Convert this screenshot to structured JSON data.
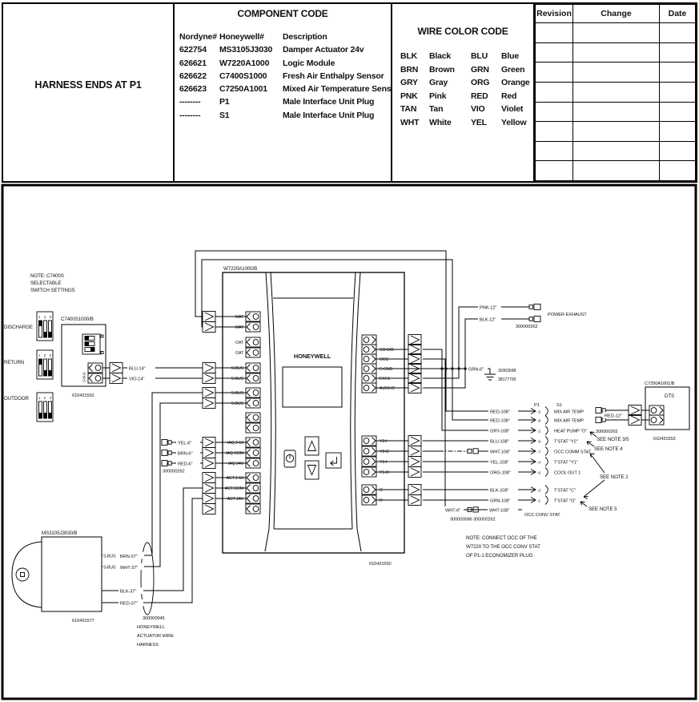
{
  "title_block": {
    "harness_label": "HARNESS ENDS AT P1",
    "component_code": {
      "title": "COMPONENT CODE",
      "headers": [
        "Nordyne#",
        "Honeywell#",
        "Description"
      ],
      "rows": [
        [
          "622754",
          "MS3105J3030",
          "Damper Actuator 24v"
        ],
        [
          "626621",
          "W7220A1000",
          "Logic Module"
        ],
        [
          "626622",
          "C7400S1000",
          "Fresh Air Enthalpy Sensor"
        ],
        [
          "626623",
          "C7250A1001",
          "Mixed Air Temperature Sensor"
        ],
        [
          "--------",
          "P1",
          "Male Interface Unit Plug"
        ],
        [
          "--------",
          "S1",
          "Male Interface Unit Plug"
        ]
      ]
    },
    "wire_color_code": {
      "title": "WIRE COLOR CODE",
      "rows": [
        [
          "BLK",
          "Black",
          "BLU",
          "Blue"
        ],
        [
          "BRN",
          "Brown",
          "GRN",
          "Green"
        ],
        [
          "GRY",
          "Gray",
          "ORG",
          "Orange"
        ],
        [
          "PNK",
          "Pink",
          "RED",
          "Red"
        ],
        [
          "TAN",
          "Tan",
          "VIO",
          "Violet"
        ],
        [
          "WHT",
          "White",
          "YEL",
          "Yellow"
        ]
      ]
    },
    "revision_table": {
      "headers": [
        "Revision",
        "Change",
        "Date"
      ]
    }
  },
  "diagram": {
    "sensor_note": [
      "NOTE: C7400S",
      "SELECTABLE",
      "SWITCH SETTINGS"
    ],
    "dip_legend": {
      "scale": "1 2 3",
      "labels": [
        "DISCHARGE",
        "RETURN",
        "OUTDOOR"
      ]
    },
    "sensor": {
      "label": "C7400S1000/B",
      "part": "610431552",
      "sbus": "S-BUS"
    },
    "sensor_wires": {
      "blu": "BLU-14\"",
      "vio": "VIO-14\""
    },
    "module": {
      "label": "W7220A1000/B",
      "brand": "HONEYWELL",
      "part": "610431550",
      "left": [
        "MAT",
        "MAT",
        "OAT",
        "OAT",
        "S-BUS",
        "S-BUS",
        "S-BUS",
        "S-BUS",
        "IAQ 2-10",
        "IAQ COM",
        "IAQ 24V",
        "ACT 2-10",
        "ACT COM",
        "ACT 24V"
      ],
      "right_a": [
        "SO-O/B",
        "OCC",
        "E-GND",
        "EXH1",
        "AUX1-O"
      ],
      "right_b": [
        "Y2-I",
        "Y2-O",
        "Y1-I",
        "Y1-O"
      ],
      "right_c": [
        "C",
        "R"
      ]
    },
    "iaq": {
      "yel": "YEL-6\"",
      "brn": "BRN-6\"",
      "red": "RED-6\"",
      "part": "300000262"
    },
    "power_exhaust": {
      "pnk": "PNK-12\"",
      "blk": "BLK-12\"",
      "label": "POWER EXHAUST",
      "part": "300000262"
    },
    "ground": {
      "wire": "GRN-6\"",
      "num1": "30303598",
      "num2": "38177700"
    },
    "plug": {
      "p1": "P1",
      "s1": "S1"
    },
    "bundle": [
      {
        "wire": "RED-108\"",
        "pin": "-5",
        "desc": "MIX AIR TEMP"
      },
      {
        "wire": "RED-108\"",
        "pin": "-8",
        "desc": "MIX AIR TEMP"
      },
      {
        "wire": "GRY-108\"",
        "pin": "-2",
        "desc": "HEAT PUMP \"O\""
      },
      {
        "wire": "BLU-108\"",
        "pin": "-9",
        "desc": "T'STAT \"Y2\""
      },
      {
        "wire": "WHT-108\"",
        "pin": "-7",
        "desc": "OCC COMM STAT"
      },
      {
        "wire": "YEL-108\"",
        "pin": "-4",
        "desc": "T'STAT \"Y1\""
      },
      {
        "wire": "ORG-108\"",
        "pin": "-6",
        "desc": "COOL OUT 1"
      },
      {
        "wire": "BLK-108\"",
        "pin": "-3",
        "desc": "T'STAT \"C\""
      },
      {
        "wire": "GRN-108\"",
        "pin": "-1",
        "desc": "T'STAT \"G\""
      }
    ],
    "occ_pigtail": {
      "wht6": "WHT-6\"",
      "wht108": "WHT-108\"",
      "label": "OCC CONV STAT",
      "parts": "300000586 300000262"
    },
    "notes": {
      "n35": "SEE NOTE 3/5",
      "n4": "SEE NOTE 4",
      "n2": "SEE NOTE 2",
      "n5": "SEE NOTE 5",
      "occ": [
        "NOTE: CONNECT OCC OF THE",
        "W7220 TO THE OCC CONV STAT",
        "OF P1-1 ECONOMIZER PLUG"
      ]
    },
    "dts": {
      "label": "C7250A1001/B",
      "name": "DTS",
      "part": "610431553",
      "wire": "RED-12\"",
      "conn_part": "300000262"
    },
    "actuator": {
      "label": "MS3105J3030/B",
      "part": "610431577",
      "sbus": "S-BUS",
      "brn": "BRN-37\"",
      "wht": "WHT-37\"",
      "blk": "BLK-37\"",
      "red": "RED-37\"",
      "harness": [
        "300000945",
        "HONEYWELL",
        "ACTUATOR WIRE",
        "HARNESS"
      ]
    }
  }
}
